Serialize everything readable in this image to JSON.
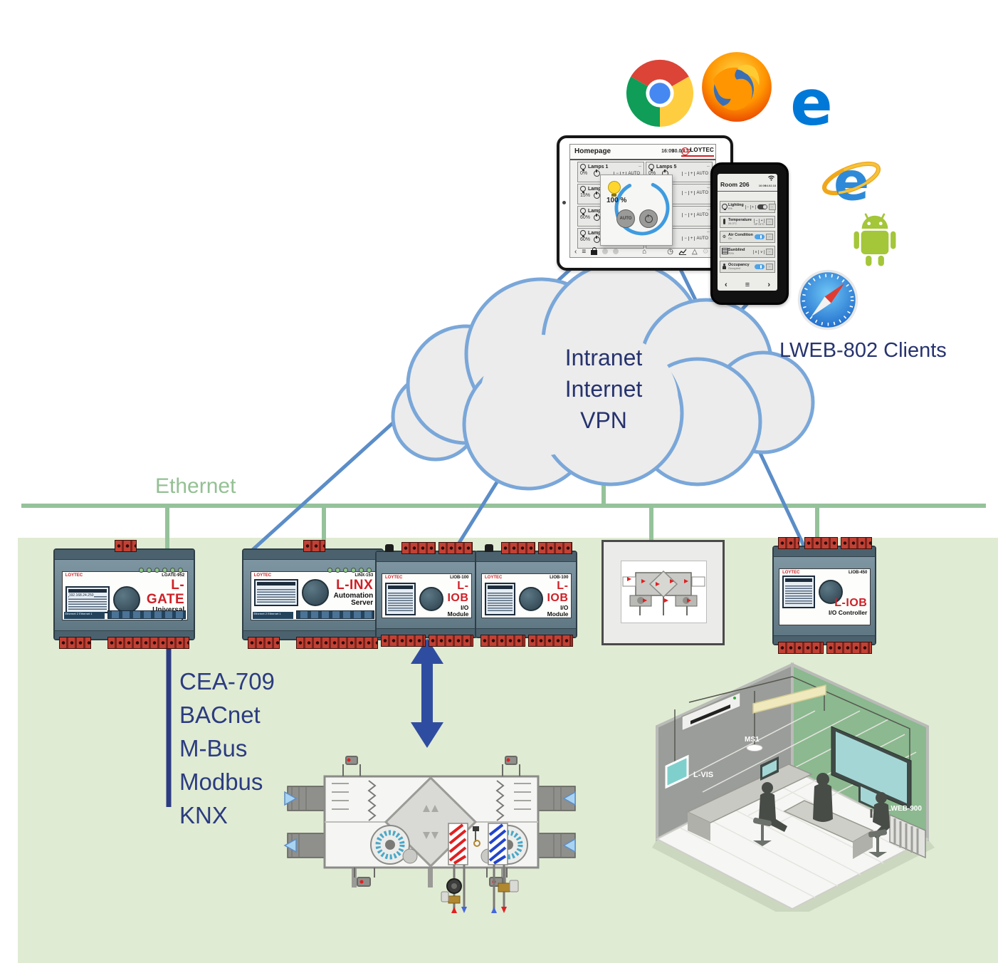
{
  "diagram": {
    "cloud_lines": [
      "Intranet",
      "Internet",
      "VPN"
    ],
    "ethernet_label": "Ethernet",
    "clients_label": "LWEB-802 Clients",
    "protocols": [
      "CEA-709",
      "BACnet",
      "M-Bus",
      "Modbus",
      "KNX"
    ]
  },
  "icons": [
    "chrome",
    "firefox",
    "edge",
    "internet-explorer",
    "android",
    "safari"
  ],
  "tablet": {
    "title": "Homepage",
    "time": "16:09",
    "date": "30.03.17",
    "brand": "LOYTEC",
    "controls": {
      "minus": "−",
      "plus": "+",
      "auto": "AUTO",
      "dash": "--"
    },
    "lamps": [
      {
        "name": "Lamps 1",
        "value": "0%"
      },
      {
        "name": "Lamps 2",
        "value": "15%"
      },
      {
        "name": "Lamps 3",
        "value": "60%"
      },
      {
        "name": "Lamps 4",
        "value": "60%"
      },
      {
        "name": "Lamps 5",
        "value": "0%"
      }
    ],
    "covered_card_value": "0%",
    "popup": {
      "value": "100 %",
      "auto_button": "AUTO"
    },
    "toolbar": {
      "back": "‹",
      "menu": "≡",
      "home": "⌂",
      "clock": "◷",
      "alarm": "△",
      "gear": "⚙"
    }
  },
  "phone": {
    "title": "Room 206",
    "time": "16:09",
    "date": "24.02.18",
    "rows": [
      {
        "name": "Lighting",
        "sub": "0%",
        "minus": "−",
        "plus": "+",
        "toggle": "off",
        "more": "--"
      },
      {
        "name": "Temperature",
        "sub": "26.3°C",
        "minus": "−",
        "plus": "+",
        "setpoint": "SP 21°C",
        "more": "--"
      },
      {
        "name": "Air Condition",
        "sub": "On",
        "toggle": "on",
        "more": "--"
      },
      {
        "name": "Sunblind",
        "sub": "70%",
        "up": "∧",
        "down": "∨",
        "more": "--"
      },
      {
        "name": "Occupancy",
        "sub": "Occupied",
        "toggle": "on",
        "more": "--"
      }
    ],
    "nav": {
      "back": "‹",
      "menu": "≡",
      "forward": "›"
    }
  },
  "devices": [
    {
      "brand": "LOYTEC",
      "model": "LGATE-952",
      "series": "L-GATE",
      "subtitle": "Universal Gateway",
      "lcd_ip": "192.168.24.250"
    },
    {
      "brand": "LOYTEC",
      "model": "LINX-153",
      "series": "L-INX",
      "subtitle": "Automation Server"
    },
    {
      "brand": "LOYTEC",
      "model": "LIOB-100",
      "series": "L-IOB",
      "subtitle": "I/O Module"
    },
    {
      "brand": "LOYTEC",
      "model": "LIOB-100",
      "series": "L-IOB",
      "subtitle": "I/O Module"
    },
    {
      "brand": "LOYTEC",
      "model": "LIOB-450",
      "series": "L-IOB",
      "subtitle": "I/O Controller"
    }
  ],
  "devices_common": {
    "port_labels": "Ethernet 2  Ethernet 1"
  },
  "room_labels": {
    "sensor": "MS1",
    "panel": "L-VIS",
    "workstation": "LWEB-900"
  },
  "colors": {
    "accent_blue": "#5b8dc8",
    "navy": "#26336e",
    "green_line": "#94c094",
    "bg_green": "#e0ebd3",
    "brand_red": "#cf2027",
    "cloud_fill": "#ececec",
    "cloud_stroke": "#7aa7d9"
  }
}
